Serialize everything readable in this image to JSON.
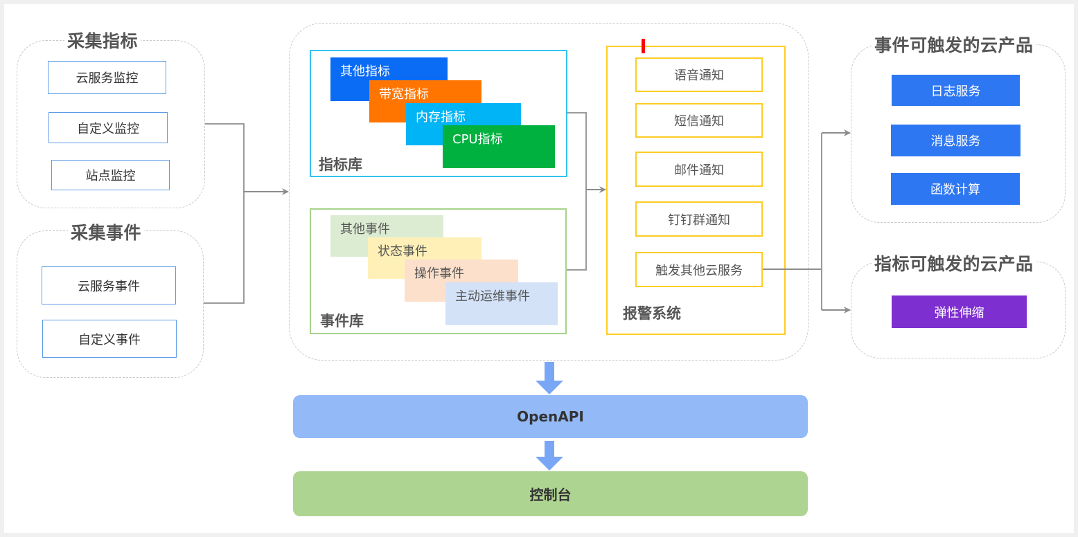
{
  "colors": {
    "source_border": "#5b9be6",
    "metric_lib_border": "#33c3f0",
    "event_lib_border": "#a6d38a",
    "alarm_border": "#ffcc22",
    "connector": "#8c8c8c",
    "big_arrow": "#7aa7f5",
    "openapi_bar": "#93b9f7",
    "console_bar": "#aed492",
    "event_product": "#2e77f2",
    "metric_product": "#7e2fcf",
    "marker": "#ff0000"
  },
  "collect_metrics": {
    "title": "采集指标",
    "items": [
      {
        "label": "云服务监控"
      },
      {
        "label": "自定义监控"
      },
      {
        "label": "站点监控"
      }
    ]
  },
  "collect_events": {
    "title": "采集事件",
    "items": [
      {
        "label": "云服务事件"
      },
      {
        "label": "自定义事件"
      }
    ]
  },
  "metric_library": {
    "label": "指标库",
    "tiles": [
      {
        "label": "其他指标",
        "color": "#0a6cf5"
      },
      {
        "label": "带宽指标",
        "color": "#ff7500"
      },
      {
        "label": "内存指标",
        "color": "#00b4f5"
      },
      {
        "label": "CPU指标",
        "color": "#00b140"
      }
    ]
  },
  "event_library": {
    "label": "事件库",
    "tiles": [
      {
        "label": "其他事件",
        "color": "#dcecd3"
      },
      {
        "label": "状态事件",
        "color": "#fff0b8"
      },
      {
        "label": "操作事件",
        "color": "#fde0cb"
      },
      {
        "label": "主动运维事件",
        "color": "#d3e2f7"
      }
    ]
  },
  "alarm_system": {
    "label": "报警系统",
    "items": [
      {
        "label": "语音通知"
      },
      {
        "label": "短信通知"
      },
      {
        "label": "邮件通知"
      },
      {
        "label": "钉钉群通知"
      },
      {
        "label": "触发其他云服务"
      }
    ]
  },
  "event_products": {
    "title": "事件可触发的云产品",
    "items": [
      {
        "label": "日志服务"
      },
      {
        "label": "消息服务"
      },
      {
        "label": "函数计算"
      }
    ]
  },
  "metric_products": {
    "title": "指标可触发的云产品",
    "items": [
      {
        "label": "弹性伸缩"
      }
    ]
  },
  "openapi": {
    "label": "OpenAPI"
  },
  "console": {
    "label": "控制台"
  }
}
